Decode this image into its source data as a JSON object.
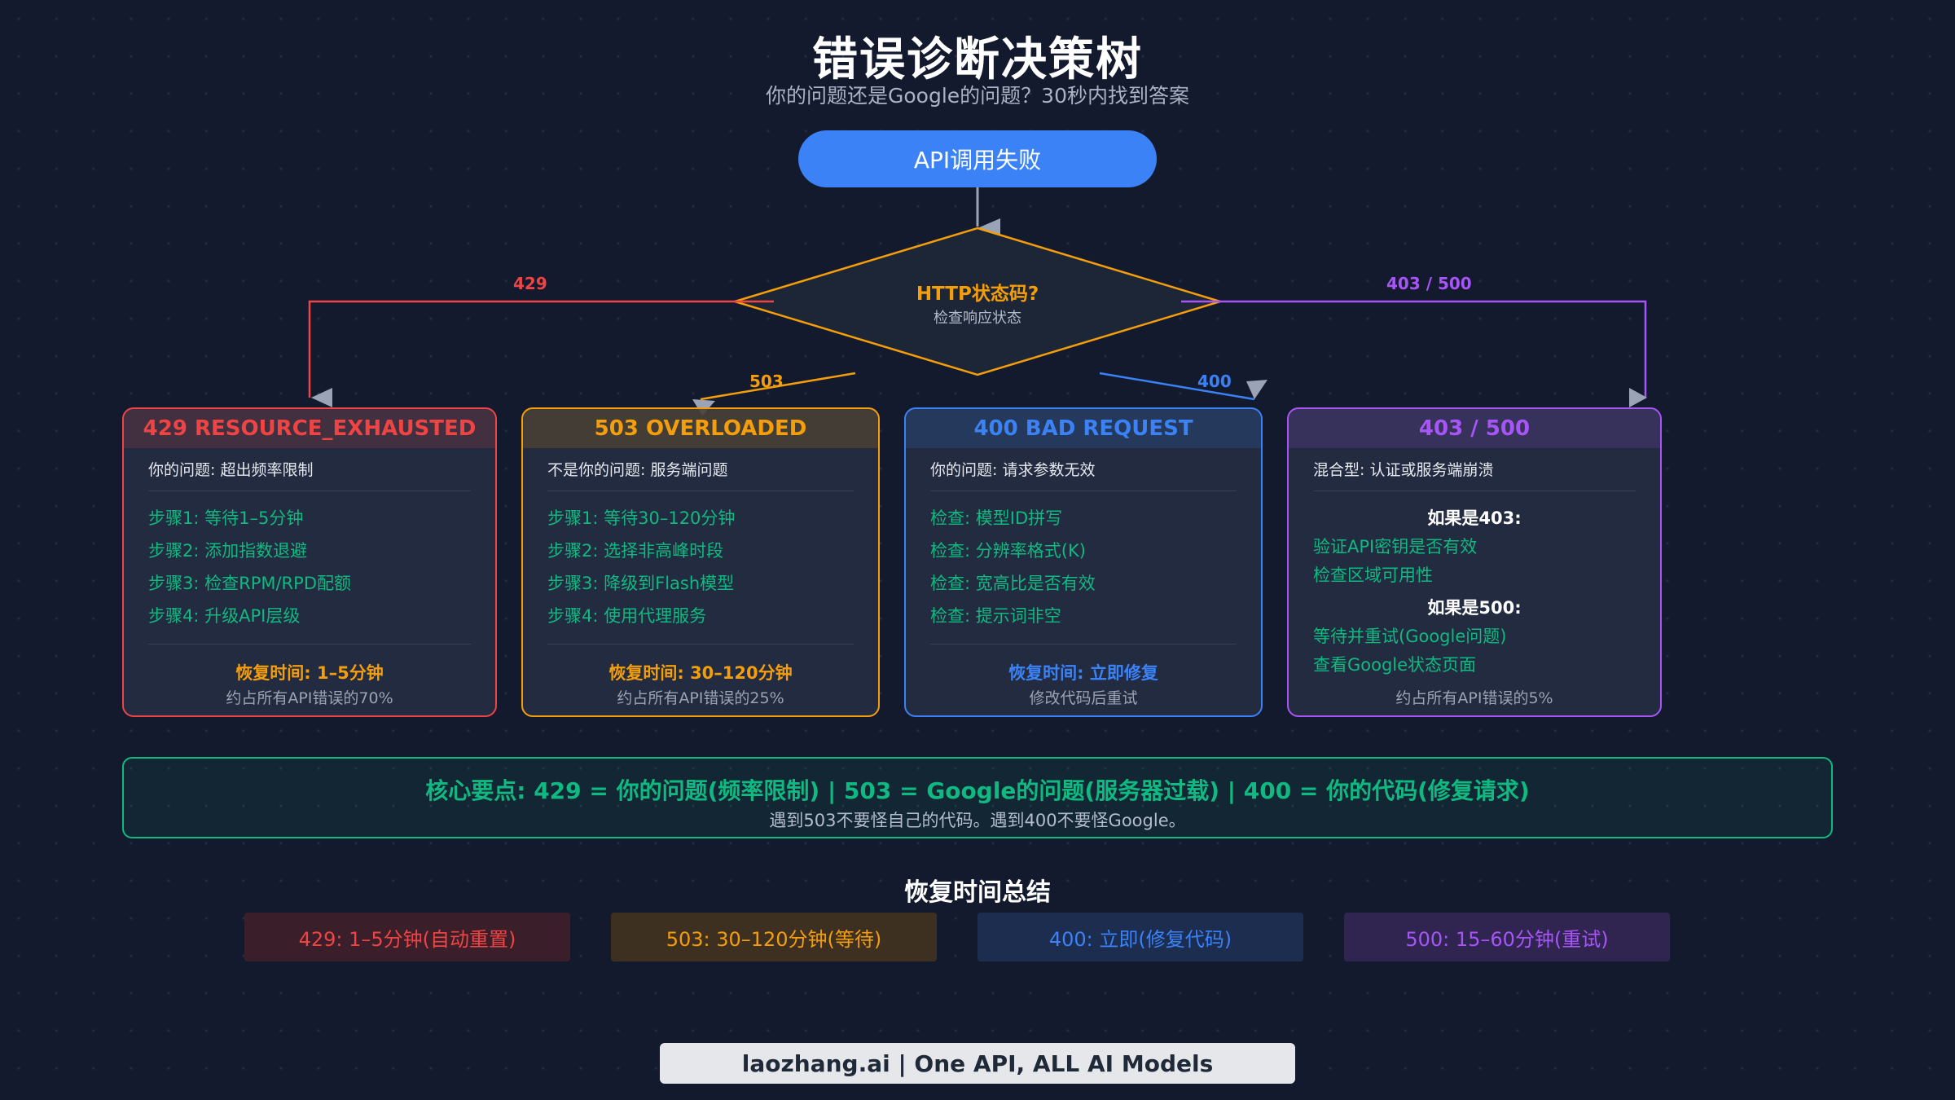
{
  "header": {
    "title": "错误诊断决策树",
    "subtitle": "你的问题还是Google的问题？30秒内找到答案"
  },
  "start_node": {
    "label": "API调用失败"
  },
  "decision": {
    "title": "HTTP状态码?",
    "subtitle": "检查响应状态"
  },
  "branches": {
    "b429": "429",
    "b503": "503",
    "b400": "400",
    "b403": "403 / 500"
  },
  "colors": {
    "red": "#ef4444",
    "orange": "#f59e0b",
    "blue": "#3b82f6",
    "purple": "#a855f7",
    "green": "#10b981"
  },
  "cards": [
    {
      "title": "429 RESOURCE_EXHAUSTED",
      "desc": "你的问题: 超出频率限制",
      "steps": [
        "步骤1: 等待1–5分钟",
        "步骤2: 添加指数退避",
        "步骤3: 检查RPM/RPD配额",
        "步骤4: 升级API层级"
      ],
      "recovery": "恢复时间: 1–5分钟",
      "share": "约占所有API错误的70%"
    },
    {
      "title": "503 OVERLOADED",
      "desc": "不是你的问题: 服务端问题",
      "steps": [
        "步骤1: 等待30–120分钟",
        "步骤2: 选择非高峰时段",
        "步骤3: 降级到Flash模型",
        "步骤4: 使用代理服务"
      ],
      "recovery": "恢复时间: 30–120分钟",
      "share": "约占所有API错误的25%"
    },
    {
      "title": "400 BAD REQUEST",
      "desc": "你的问题: 请求参数无效",
      "steps": [
        "检查: 模型ID拼写",
        "检查: 分辨率格式(K)",
        "检查: 宽高比是否有效",
        "检查: 提示词非空"
      ],
      "recovery": "恢复时间: 立即修复",
      "share": "修改代码后重试"
    },
    {
      "title": "403 / 500",
      "desc": "混合型: 认证或服务端崩溃",
      "if403": "如果是403:",
      "steps403": [
        "验证API密钥是否有效",
        "检查区域可用性"
      ],
      "if500": "如果是500:",
      "steps500": [
        "等待并重试(Google问题)",
        "查看Google状态页面"
      ],
      "share": "约占所有API错误的5%"
    }
  ],
  "key_point": {
    "title": "核心要点: 429 = 你的问题(频率限制) | 503 = Google的问题(服务器过载) | 400 = 你的代码(修复请求)",
    "subtitle": "遇到503不要怪自己的代码。遇到400不要怪Google。"
  },
  "summary": {
    "title": "恢复时间总结",
    "items": [
      "429: 1–5分钟(自动重置)",
      "503: 30–120分钟(等待)",
      "400: 立即(修复代码)",
      "500: 15–60分钟(重试)"
    ]
  },
  "footer": {
    "text": "laozhang.ai | One API, ALL AI Models"
  }
}
